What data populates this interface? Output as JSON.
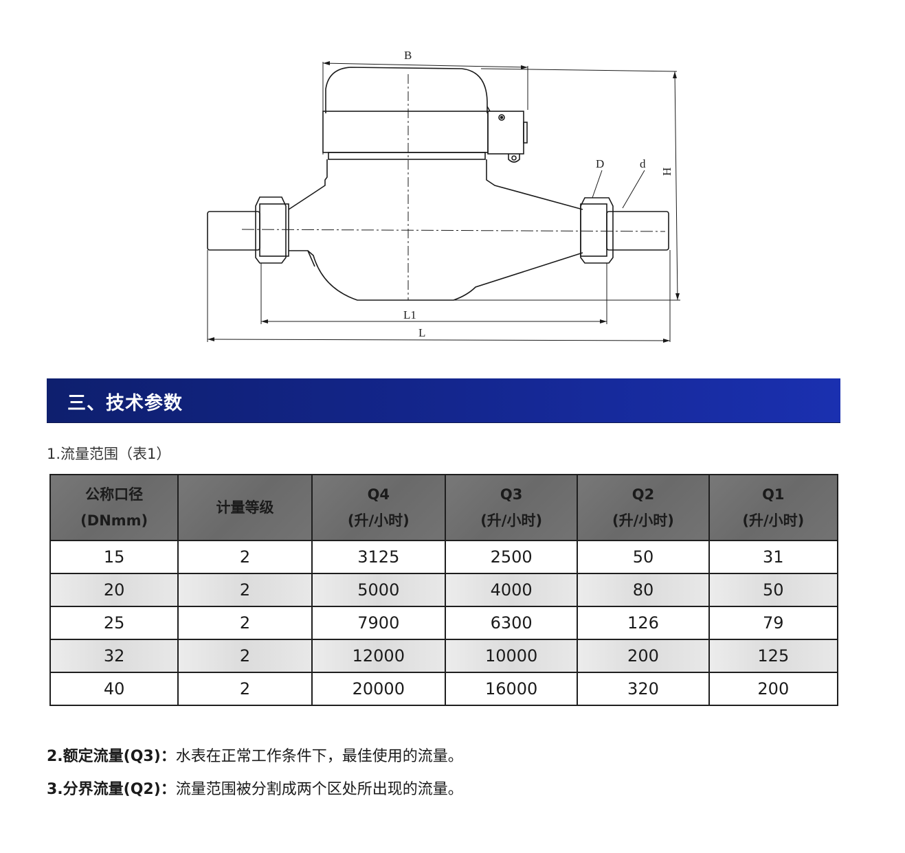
{
  "drawing": {
    "title": "water-meter-dimension-drawing",
    "labels": {
      "B": "B",
      "H": "H",
      "D": "D",
      "d": "d",
      "L1": "L1",
      "L": "L"
    }
  },
  "section": {
    "title": "三、技术参数",
    "bar_color_left": "#0e1f6e",
    "bar_color_right": "#1a30b0"
  },
  "table1": {
    "caption": "1.流量范围（表1）",
    "headers": [
      {
        "line1": "公称口径",
        "line2": "(DNmm)"
      },
      {
        "line1": "计量等级",
        "line2": ""
      },
      {
        "line1": "Q4",
        "line2": "(升/小时)"
      },
      {
        "line1": "Q3",
        "line2": "(升/小时)"
      },
      {
        "line1": "Q2",
        "line2": "(升/小时)"
      },
      {
        "line1": "Q1",
        "line2": "(升/小时)"
      }
    ],
    "rows": [
      [
        "15",
        "2",
        "3125",
        "2500",
        "50",
        "31"
      ],
      [
        "20",
        "2",
        "5000",
        "4000",
        "80",
        "50"
      ],
      [
        "25",
        "2",
        "7900",
        "6300",
        "126",
        "79"
      ],
      [
        "32",
        "2",
        "12000",
        "10000",
        "200",
        "125"
      ],
      [
        "40",
        "2",
        "20000",
        "16000",
        "320",
        "200"
      ]
    ],
    "header_color": "#6e6e6e"
  },
  "notes": [
    {
      "term": "2.额定流量(Q3)：",
      "text": "水表在正常工作条件下，最佳使用的流量。"
    },
    {
      "term": "3.分界流量(Q2)：",
      "text": "流量范围被分割成两个区处所出现的流量。"
    }
  ]
}
